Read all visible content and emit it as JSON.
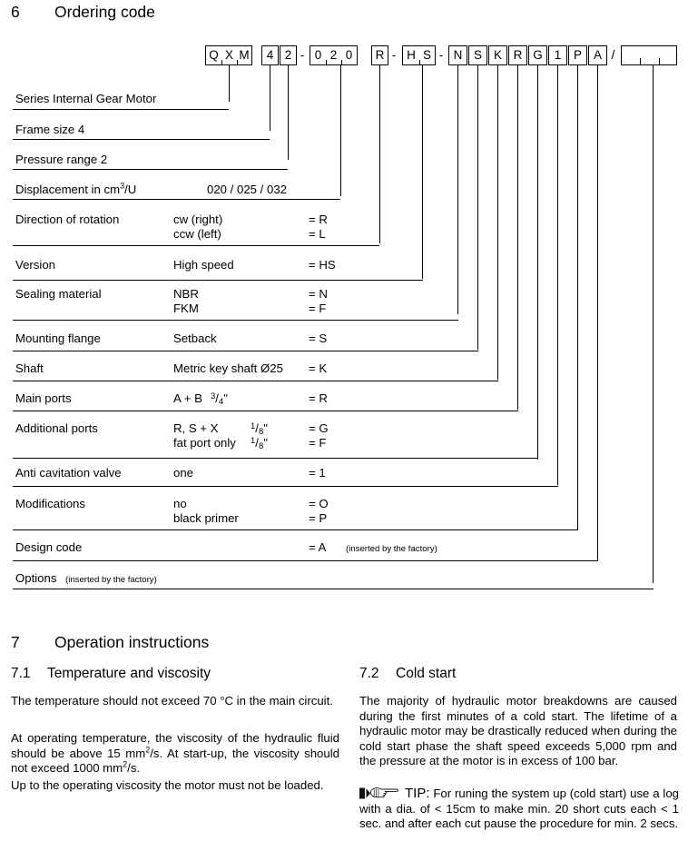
{
  "sections": {
    "ordering": {
      "number": "6",
      "title": "Ordering code"
    },
    "operation": {
      "number": "7",
      "title": "Operation instructions"
    },
    "temperature": {
      "number": "7.1",
      "title": "Temperature and viscosity"
    },
    "coldstart": {
      "number": "7.2",
      "title": "Cold start"
    }
  },
  "code": {
    "segments": {
      "series": [
        "Q",
        "X",
        "M"
      ],
      "frame": "4",
      "pressure": "2",
      "displacement": [
        "0",
        "2",
        "0"
      ],
      "rotation": "R",
      "version": [
        "H",
        "S"
      ],
      "sealing": "N",
      "flange": "S",
      "shaft": "K",
      "mainports": "R",
      "addports": "G",
      "anticav": "1",
      "modifications": "P",
      "designcode": "A"
    },
    "separator_dash": "-",
    "separator_slash": "/",
    "options_value": ""
  },
  "table": {
    "rows": [
      {
        "label": "Series Internal Gear Motor",
        "options": [],
        "equals": [],
        "note": ""
      },
      {
        "label": "Frame size 4",
        "options": [],
        "equals": [],
        "note": ""
      },
      {
        "label": "Pressure range 2",
        "options": [],
        "equals": [],
        "note": ""
      },
      {
        "label": "Displacement in cm",
        "label_sup": "3",
        "label_tail": "/U",
        "options": [
          "020 / 025 / 032"
        ],
        "equals": [],
        "note": ""
      },
      {
        "label": "Direction of rotation",
        "options": [
          "cw (right)",
          "ccw (left)"
        ],
        "equals": [
          "= R",
          "= L"
        ],
        "note": ""
      },
      {
        "label": "Version",
        "options": [
          "High speed"
        ],
        "equals": [
          "= HS"
        ],
        "note": ""
      },
      {
        "label": "Sealing material",
        "options": [
          "NBR",
          "FKM"
        ],
        "equals": [
          "= N",
          "= F"
        ],
        "note": ""
      },
      {
        "label": "Mounting flange",
        "options": [
          "Setback"
        ],
        "equals": [
          "= S"
        ],
        "note": ""
      },
      {
        "label": "Shaft",
        "options": [
          "Metric key shaft  Ø25"
        ],
        "equals": [
          "= K"
        ],
        "note": ""
      },
      {
        "label": "Main ports",
        "options": [
          "A + B"
        ],
        "fraction": "3/4\"",
        "equals": [
          "= R"
        ],
        "note": ""
      },
      {
        "label": "Additional ports",
        "options": [
          "R, S + X",
          "fat port only"
        ],
        "fraction": "1/8\"",
        "equals": [
          "= G",
          "= F"
        ],
        "note": ""
      },
      {
        "label": "Anti cavitation valve",
        "options": [
          "one"
        ],
        "equals": [
          "= 1"
        ],
        "note": ""
      },
      {
        "label": "Modifications",
        "options": [
          "no",
          "black primer"
        ],
        "equals": [
          "= O",
          "= P"
        ],
        "note": ""
      },
      {
        "label": "Design code",
        "options": [],
        "equals": [
          "= A"
        ],
        "note": "(inserted by the factory)"
      },
      {
        "label": "Options",
        "options": [],
        "equals": [],
        "note": "(inserted by the factory)"
      }
    ],
    "fraction_main": {
      "numerator": "3",
      "denominator": "4",
      "unit": "\""
    },
    "fraction_add": {
      "numerator": "1",
      "denominator": "8",
      "unit": "\""
    },
    "displacement_values": "020 / 025 / 032",
    "design_note": "(inserted by the factory)",
    "options_note": "(inserted by the factory)"
  },
  "body": {
    "temperature_p1": "The temperature should not  exceed 70 °C in the main circuit.",
    "temperature_p2_a": "At operating temperature, the viscosity of the hydraulic fluid should be above 15 mm",
    "temperature_p2_sup1": "2",
    "temperature_p2_b": "/s. At start-up, the viscosity should not exceed 1000 mm",
    "temperature_p2_sup2": "2",
    "temperature_p2_c": "/s.",
    "temperature_p3": "Up to the operating viscosity the motor must not be loaded.",
    "coldstart_p1": "The majority of hydraulic motor breakdowns are caused during the first minutes of a cold start. The lifetime of a hydraulic motor may be drastically reduced when during the cold start phase the shaft speed exceeds 5,000 rpm and the pressure at the motor is in excess of 100 bar.",
    "tip_label": "TIP:",
    "tip_text": " For runing the system up (cold start) use a log with a dia. of < 15cm to make min. 20 short cuts each < 1 sec. and after each cut pause the procedure for min. 2 secs."
  },
  "colors": {
    "ink": "#000000",
    "page": "#ffffff"
  }
}
